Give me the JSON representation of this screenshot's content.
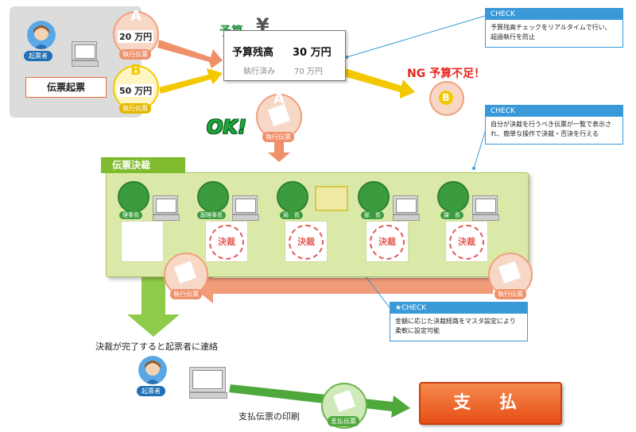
{
  "requester": {
    "badge": "起票者",
    "slip_button": "伝票起票"
  },
  "slips": {
    "a": {
      "letter": "A",
      "amount": "20 万円",
      "label": "執行伝票"
    },
    "b": {
      "letter": "B",
      "amount": "50 万円",
      "label": "執行伝票"
    }
  },
  "budget": {
    "title": "予算",
    "yen": "¥",
    "remaining_label": "予算残高",
    "remaining_value": "30 万円",
    "spent_label": "執行済み",
    "spent_value": "70 万円"
  },
  "ng": {
    "text": "NG 予算不足！",
    "letter": "B",
    "label": "執行伝票"
  },
  "ok": {
    "text": "OK!",
    "letter": "A",
    "label": "執行伝票"
  },
  "checks": [
    {
      "head": "CHECK",
      "body": [
        "予算残高チェックをリアルタイムで行い、",
        "超過執行を防止"
      ]
    },
    {
      "head": "CHECK",
      "body": [
        "自分が決裁を行うべき伝票が一覧で表示さ",
        "れ、簡単な操作で決裁・否決を行える"
      ]
    },
    {
      "head": "CHECK",
      "body": [
        "金額に応じた決裁経路をマスタ設定により",
        "柔軟に設定可能"
      ]
    }
  ],
  "approval": {
    "title": "伝票決裁",
    "approvers": [
      {
        "role": "理事長",
        "stamp": ""
      },
      {
        "role": "副理事長",
        "stamp": "決裁"
      },
      {
        "role": "局　長",
        "stamp": "決裁"
      },
      {
        "role": "部　長",
        "stamp": "決裁"
      },
      {
        "role": "課　長",
        "stamp": "決裁"
      }
    ],
    "slip_label_left": "執行伝票",
    "slip_label_right": "執行伝票"
  },
  "after": {
    "notice": "決裁が完了すると起票者に連絡",
    "badge": "起票者",
    "print_caption": "支払伝票の印刷",
    "pay_slip_label": "支払伝票",
    "pay_button": "支 払"
  },
  "colors": {
    "green_accent": "#7fbb2e",
    "orange_arrow": "#f0906a",
    "yellow_arrow": "#f3c800",
    "check_blue": "#3a9ad9",
    "ng_red": "#e8241c"
  }
}
